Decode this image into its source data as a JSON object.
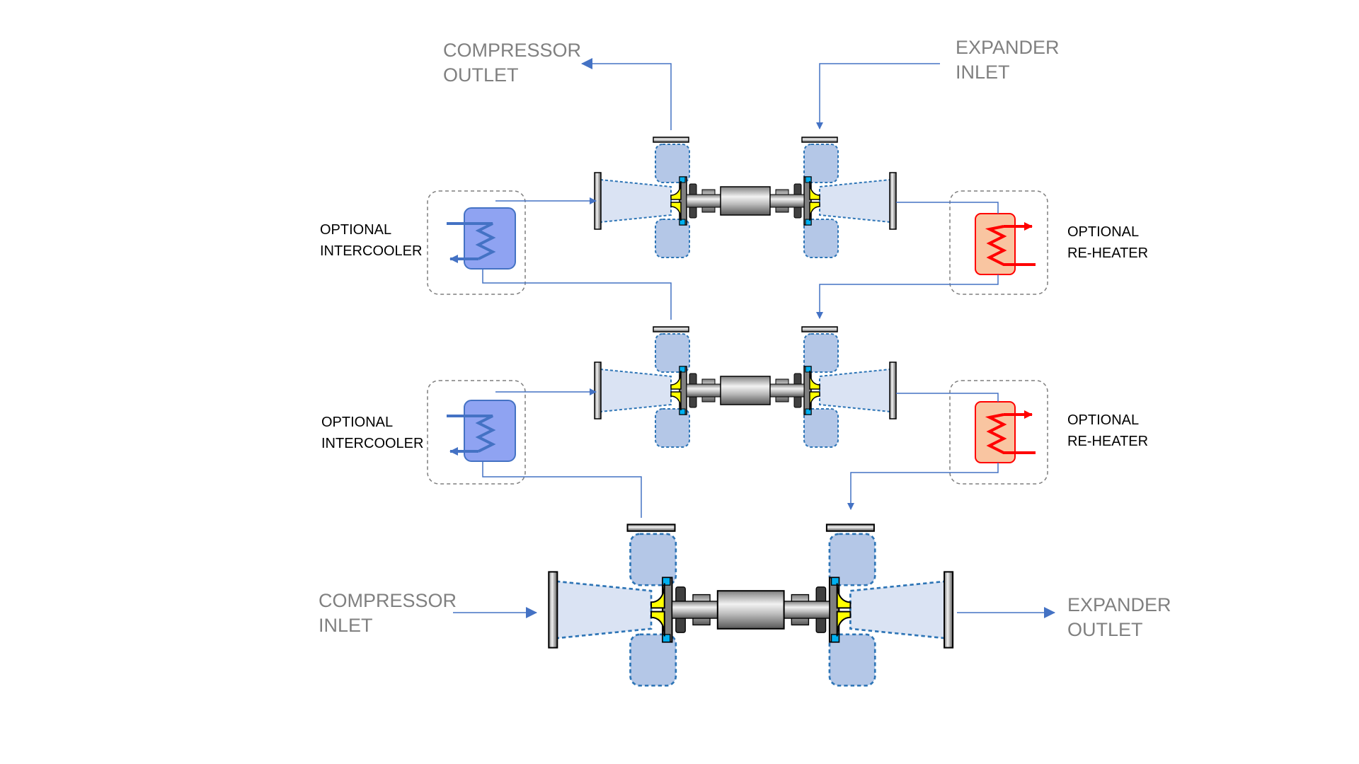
{
  "labels": {
    "compressor_outlet": [
      "COMPRESSOR",
      "OUTLET"
    ],
    "expander_inlet": [
      "EXPANDER",
      "INLET"
    ],
    "compressor_inlet": [
      "COMPRESSOR",
      "INLET"
    ],
    "expander_outlet": [
      "EXPANDER",
      "OUTLET"
    ],
    "intercooler_1": [
      "OPTIONAL",
      "INTERCOOLER"
    ],
    "intercooler_2": [
      "OPTIONAL",
      "INTERCOOLER"
    ],
    "reheater_1": [
      "OPTIONAL",
      "RE-HEATER"
    ],
    "reheater_2": [
      "OPTIONAL",
      "RE-HEATER"
    ]
  },
  "colors": {
    "flow_line": "#4472c4",
    "label_gray": "#808080",
    "impeller": "#ffff00",
    "volute": "#b4c7e7",
    "duct": "#dae3f3",
    "intercooler": "#8fa3f2",
    "reheater": "#f9c5a1",
    "reheater_coil": "#ff0000"
  },
  "icons": [
    "turbocompressor-stage",
    "intercooler-heat-exchanger-icon",
    "reheater-heat-exchanger-icon"
  ]
}
